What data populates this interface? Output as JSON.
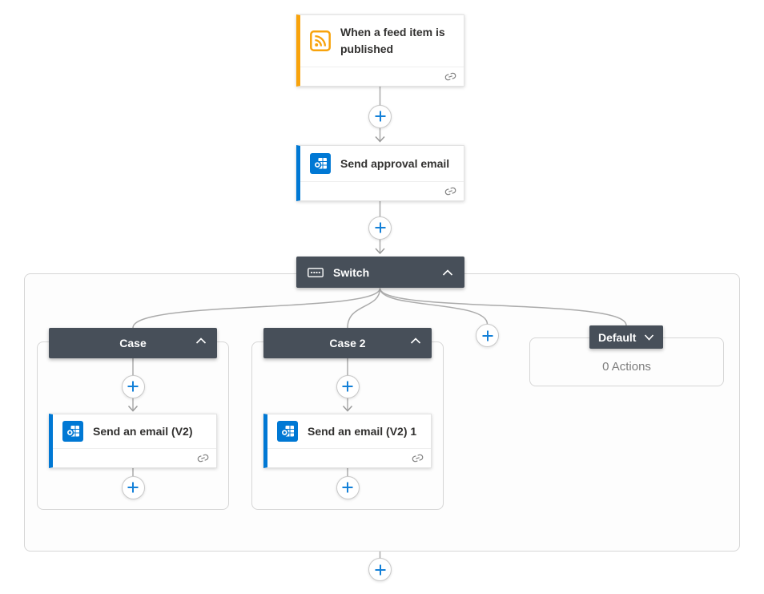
{
  "app": {
    "name": "Flow designer canvas"
  },
  "colors": {
    "accent_orange": "#F8A30C",
    "accent_blue": "#0078D4",
    "scope_header_dark": "#474F59",
    "connector_grey": "#ABABAB",
    "plus_blue": "#1380D8",
    "empty_text_grey": "#7D7D7D"
  },
  "icons": {
    "trigger": "rss-icon",
    "email": "outlook-icon",
    "switch": "switch-icon",
    "collapse": "chevron-up-icon",
    "expand": "chevron-down-icon",
    "connection": "link-icon",
    "insert": "plus-icon"
  },
  "trigger": {
    "title": "When a feed item is published"
  },
  "approval_action": {
    "title": "Send approval email"
  },
  "switch": {
    "label": "Switch"
  },
  "cases": [
    {
      "label": "Case",
      "action_title": "Send an email (V2)"
    },
    {
      "label": "Case 2",
      "action_title": "Send an email (V2) 1"
    }
  ],
  "default_branch": {
    "label": "Default",
    "empty_text": "0 Actions"
  }
}
